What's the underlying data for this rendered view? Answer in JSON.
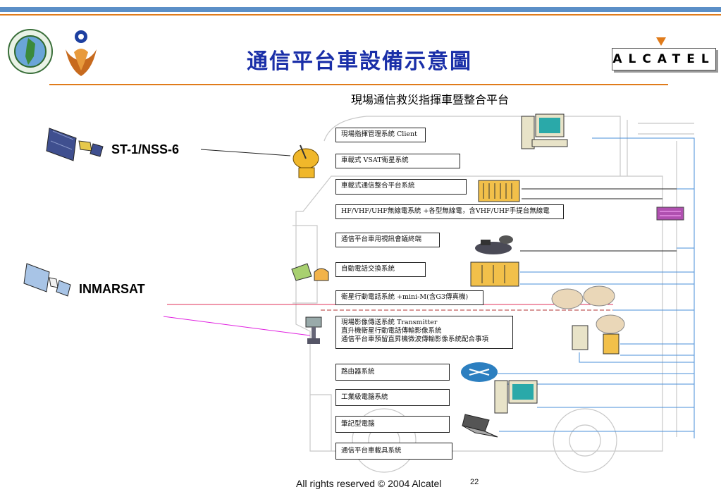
{
  "header": {
    "title": "通信平台車設備示意圖",
    "brand": "ALCATEL"
  },
  "diagram": {
    "subtitle": "現場通信救災指揮車暨整合平台",
    "satellites": [
      {
        "label": "ST-1/NSS-6"
      },
      {
        "label": "INMARSAT"
      }
    ],
    "systems": [
      {
        "lines": [
          "現場指揮管理系統 Client"
        ]
      },
      {
        "lines": [
          "車載式 VSAT衛星系統"
        ]
      },
      {
        "lines": [
          "車載式通信整合平台系統"
        ]
      },
      {
        "lines": [
          "HF/VHF/UHF無線電系統 +各型無線電，含VHF/UHF手提台無線電"
        ]
      },
      {
        "lines": [
          "通信平台車用視訊會議終端"
        ]
      },
      {
        "lines": [
          "自動電話交換系統"
        ]
      },
      {
        "lines": [
          "衛星行動電話系統 +mini-M(含G3傳真機)"
        ]
      },
      {
        "lines": [
          "現場影像傳送系統 Transmitter",
          "直升機衛星行動電話傳輸影像系統",
          "通信平台車預留直昇機微波傳輸影像系統配合事項"
        ]
      },
      {
        "lines": [
          "路由器系統"
        ]
      },
      {
        "lines": [
          "工業級電腦系統"
        ]
      },
      {
        "lines": [
          "筆記型電腦"
        ]
      },
      {
        "lines": [
          "通信平台車載具系統"
        ]
      }
    ]
  },
  "footer": {
    "copyright": "All rights reserved © 2004 Alcatel",
    "page": "22"
  },
  "colors": {
    "title": "#1a2fa8",
    "accent_orange": "#e07b1a",
    "accent_blue": "#5b8fc7",
    "link_blue": "#4a8fd8"
  }
}
